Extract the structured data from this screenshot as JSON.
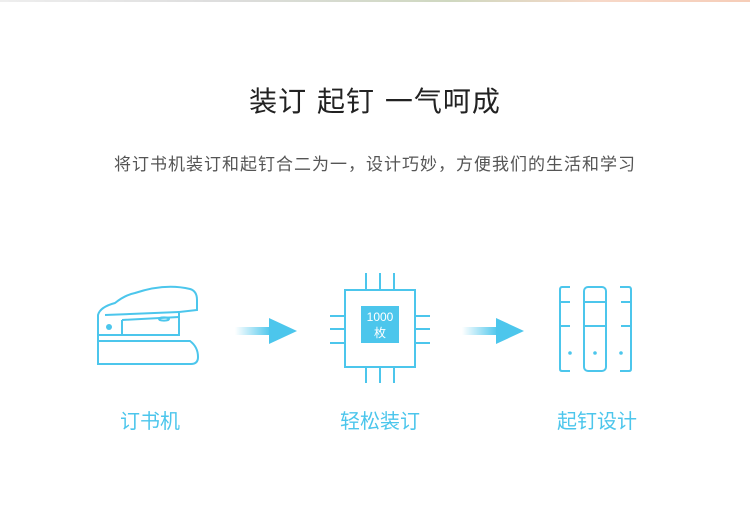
{
  "title": "装订 起钉 一气呵成",
  "subtitle": "将订书机装订和起钉合二为一，设计巧妙，方便我们的生活和学习",
  "steps": [
    {
      "label": "订书机",
      "icon": "stapler-icon"
    },
    {
      "label": "轻松装订",
      "icon": "chip-icon",
      "badge_line1": "1000",
      "badge_line2": "枚"
    },
    {
      "label": "起钉设计",
      "icon": "binder-icon"
    }
  ],
  "accent": "#4cc6ec"
}
